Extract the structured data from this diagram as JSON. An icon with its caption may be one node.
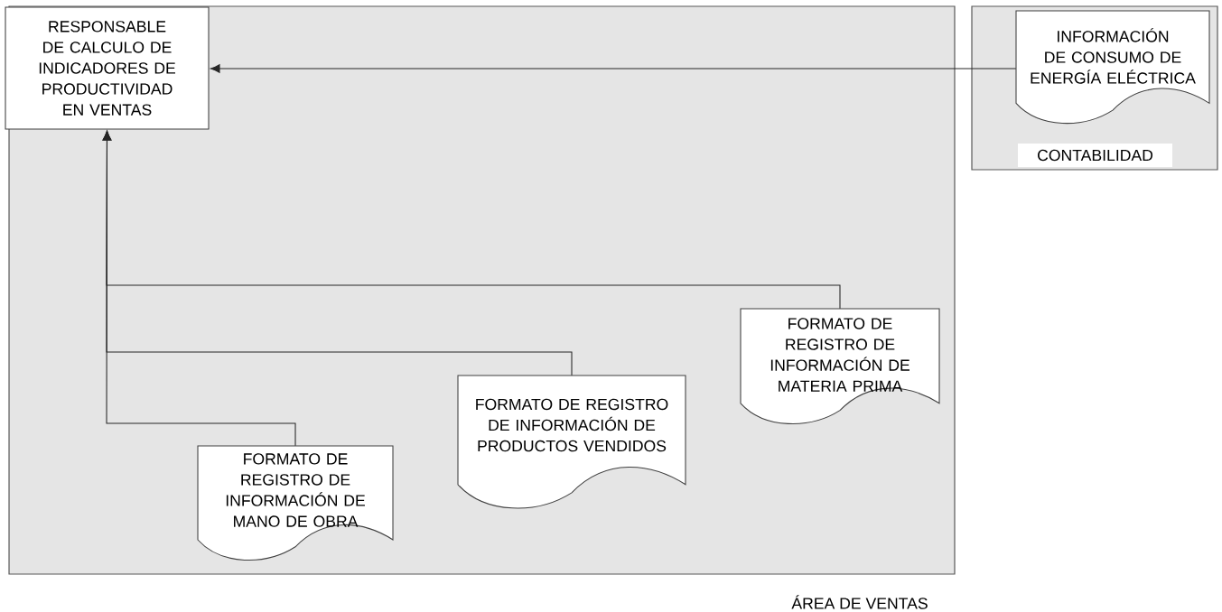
{
  "diagram": {
    "nodes": [
      {
        "text": [
          "ÁREA DE VENTAS"
        ]
      },
      {
        "text": [
          "RESPONSABLE DE CALCULO DE INDICADORES DE PRODUCTIVIDAD EN VENTAS"
        ],
        "in": 0
      },
      {
        "text": [
          "CONTABILIDAD"
        ]
      },
      {
        "text": [
          "INFORMACIÓN DE CONSUMO DE ENERGÍA ELÉCTRICA"
        ],
        "in": 2
      },
      {
        "text": [
          "FORMATO DE REGISTRO DE INFORMACIÓN DE MATERIA PRIMA"
        ],
        "in": 0
      },
      {
        "text": [
          "FORMATO DE REGISTRO DE INFORMACIÓN DE PRODUCTOS VENDIDOS"
        ],
        "in": 0
      },
      {
        "text": [
          "FORMATO DE REGISTRO DE INFORMACIÓN DE MANO DE OBRA"
        ],
        "in": 0
      }
    ],
    "edges": [
      {
        "from": 3,
        "to": 1,
        "arrow": "to"
      },
      {
        "from": 4,
        "to": 1,
        "arrow": "to"
      },
      {
        "from": 5,
        "to": 1,
        "arrow": "to"
      },
      {
        "from": 6,
        "to": 1,
        "arrow": "to"
      }
    ]
  }
}
